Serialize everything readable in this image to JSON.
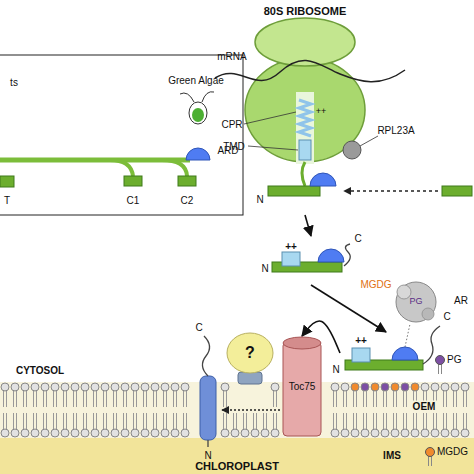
{
  "diagram": {
    "nodes": [
      {
        "text": [
          "80S RIBOSOME"
        ]
      },
      {
        "text": [
          "++"
        ]
      },
      {
        "text": [
          "++"
        ]
      },
      {
        "text": [
          "Toc75"
        ]
      },
      {
        "text": [
          "?"
        ]
      }
    ],
    "edges": [
      {
        "from": 0,
        "to": 1,
        "arrow": "to"
      },
      {
        "from": 1,
        "to": 2,
        "arrow": "to"
      },
      {
        "from": 2,
        "to": 3,
        "arrow": "to"
      }
    ],
    "labels": [
      "ts",
      "Green Algae",
      "ARD",
      "T",
      "C1",
      "C2",
      "mRNA",
      "CPR",
      "TMD",
      "++",
      "RPL23A",
      "N",
      "N",
      "C",
      "MGDG",
      "PG",
      "AR",
      "C",
      "N",
      "CYTOSOL",
      "C",
      "N",
      "OEM",
      "IMS",
      "CHLOROPLAST"
    ],
    "legend": [
      {
        "text": "PG",
        "color": "#7d4fa3"
      },
      {
        "text": "MGDG",
        "color": "#f08a2c"
      }
    ]
  }
}
